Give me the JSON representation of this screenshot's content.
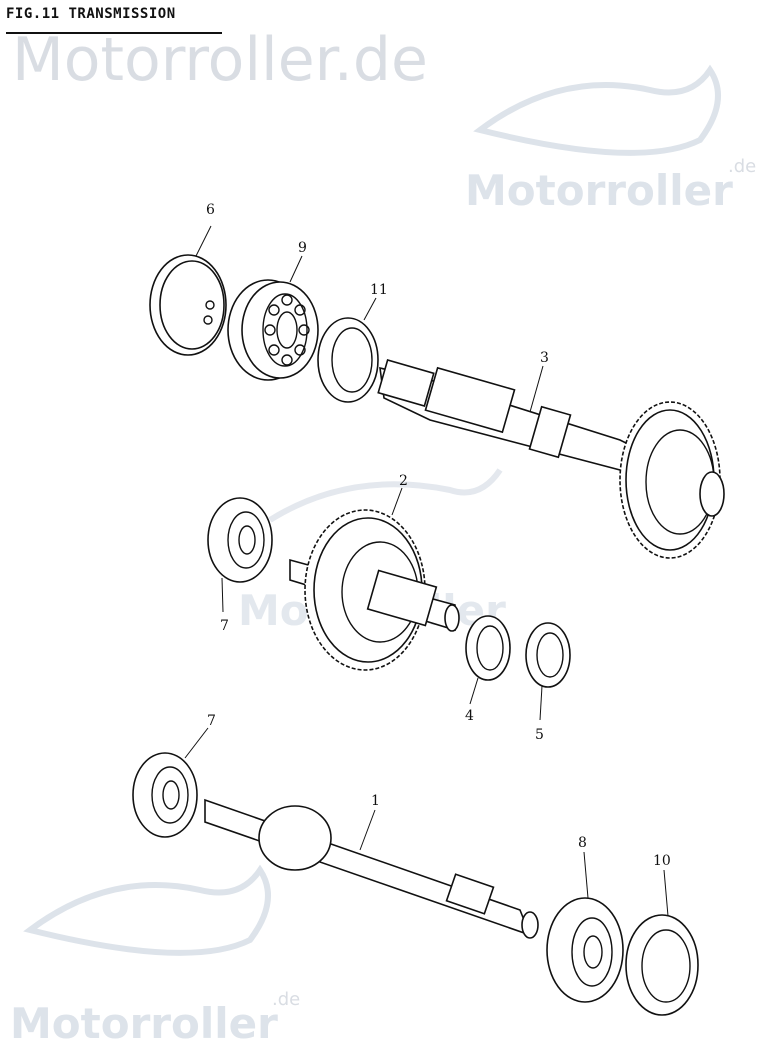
{
  "header": {
    "title": "FIG.11 TRANSMISSION"
  },
  "watermarks": {
    "main": "Motorroller.de",
    "logo": "Motorroller",
    "logo_suffix": ".de"
  },
  "callouts": [
    {
      "id": "6"
    },
    {
      "id": "9"
    },
    {
      "id": "11"
    },
    {
      "id": "3"
    },
    {
      "id": "2"
    },
    {
      "id": "7"
    },
    {
      "id": "4"
    },
    {
      "id": "5"
    },
    {
      "id": "7"
    },
    {
      "id": "1"
    },
    {
      "id": "8"
    },
    {
      "id": "10"
    }
  ]
}
